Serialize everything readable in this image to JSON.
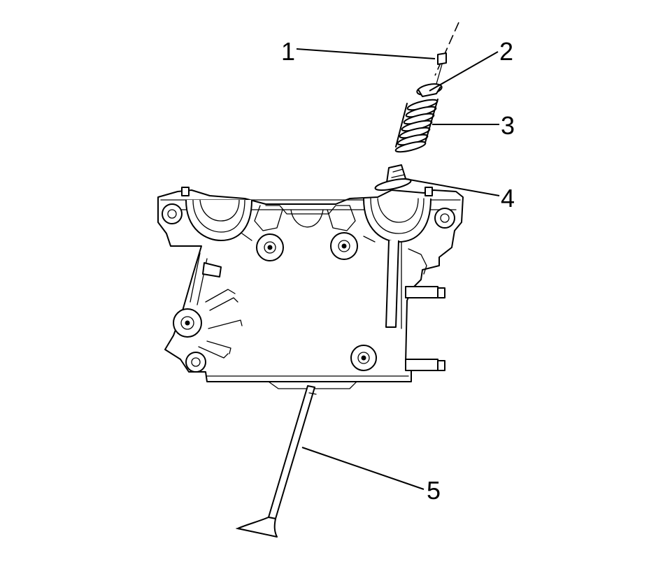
{
  "callouts": [
    {
      "number": "1",
      "part": "valve-keeper"
    },
    {
      "number": "2",
      "part": "valve-spring-retainer"
    },
    {
      "number": "3",
      "part": "valve-spring"
    },
    {
      "number": "4",
      "part": "valve-stem-oil-seal"
    },
    {
      "number": "5",
      "part": "valve"
    }
  ],
  "colors": {
    "line": "#000000",
    "background": "#ffffff"
  }
}
